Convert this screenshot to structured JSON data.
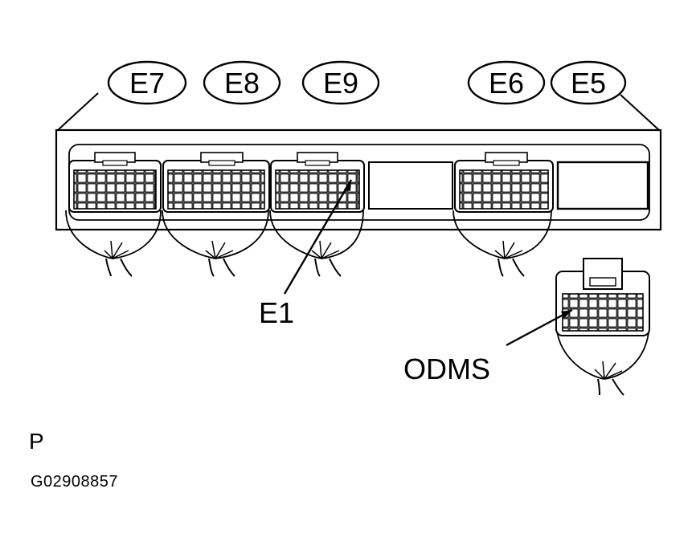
{
  "connector_labels": {
    "e7": "E7",
    "e8": "E8",
    "e9": "E9",
    "e6": "E6",
    "e5": "E5"
  },
  "callouts": {
    "e1": "E1",
    "odms": "ODMS"
  },
  "code_letter": "P",
  "figure_id": "G02908857"
}
